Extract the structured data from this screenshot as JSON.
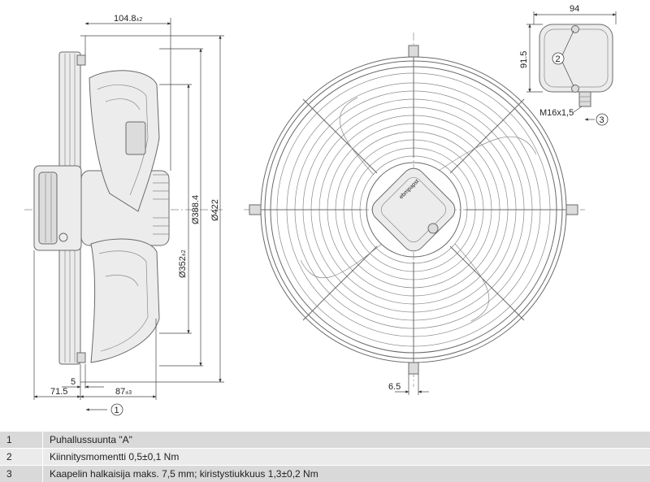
{
  "side_view": {
    "dim_top": "104.8",
    "dim_top_tol": "±2",
    "dim_d1": "Ø388.4",
    "dim_d2": "Ø422",
    "dim_d3": "Ø352",
    "dim_d3_tol": "±2",
    "dim_gap": "5",
    "dim_left": "71.5",
    "dim_right": "87",
    "dim_right_tol": "±3",
    "callout": "1"
  },
  "front_view": {
    "dim_bottom": "6.5",
    "brand_mark": "ebmpapst"
  },
  "terminal_box": {
    "dim_width": "94",
    "dim_height": "91.5",
    "callout_screws": "2",
    "thread_label": "M16x1,5",
    "callout_gland": "3"
  },
  "legend": [
    {
      "num": "1",
      "text": "Puhallussuunta \"A\""
    },
    {
      "num": "2",
      "text": "Kiinnitysmomentti 0,5±0,1 Nm"
    },
    {
      "num": "3",
      "text": "Kaapelin halkaisija maks. 7,5 mm; kiristystiukkuus 1,3±0,2 Nm"
    }
  ]
}
